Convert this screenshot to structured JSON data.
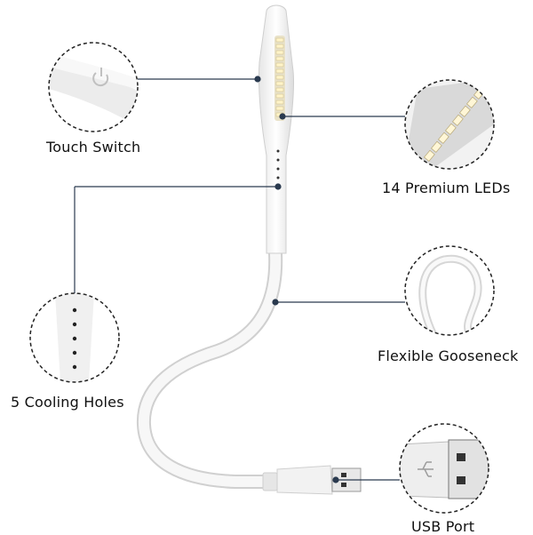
{
  "labels": {
    "touch_switch": "Touch Switch",
    "premium_leds": "14 Premium LEDs",
    "cooling_holes": "5 Cooling Holes",
    "gooseneck": "Flexible Gooseneck",
    "usb_port": "USB Port"
  },
  "colors": {
    "leader_line": "#2a3a4f",
    "circle_border": "#222222",
    "lamp_body": "#f4f4f4",
    "led": "#fff6d6"
  }
}
